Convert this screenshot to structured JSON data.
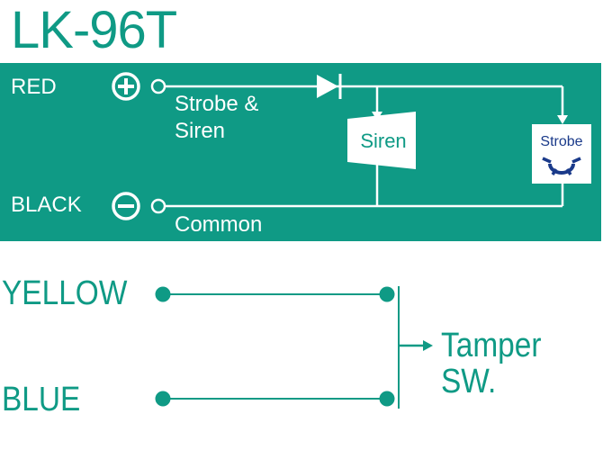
{
  "title": "LK-96T",
  "panel": {
    "red_label": "RED",
    "black_label": "BLACK",
    "strobe_siren_line1": "Strobe &",
    "strobe_siren_line2": "Siren",
    "common_label": "Common",
    "siren_box_label": "Siren",
    "strobe_box_label": "Strobe",
    "background_color": "#0f9a85",
    "strobe_icon_color": "#1a3a8a"
  },
  "tamper": {
    "yellow_label": "YELLOW",
    "blue_label": "BLUE",
    "switch_label": "Tamper SW.",
    "color": "#0f9a85"
  }
}
